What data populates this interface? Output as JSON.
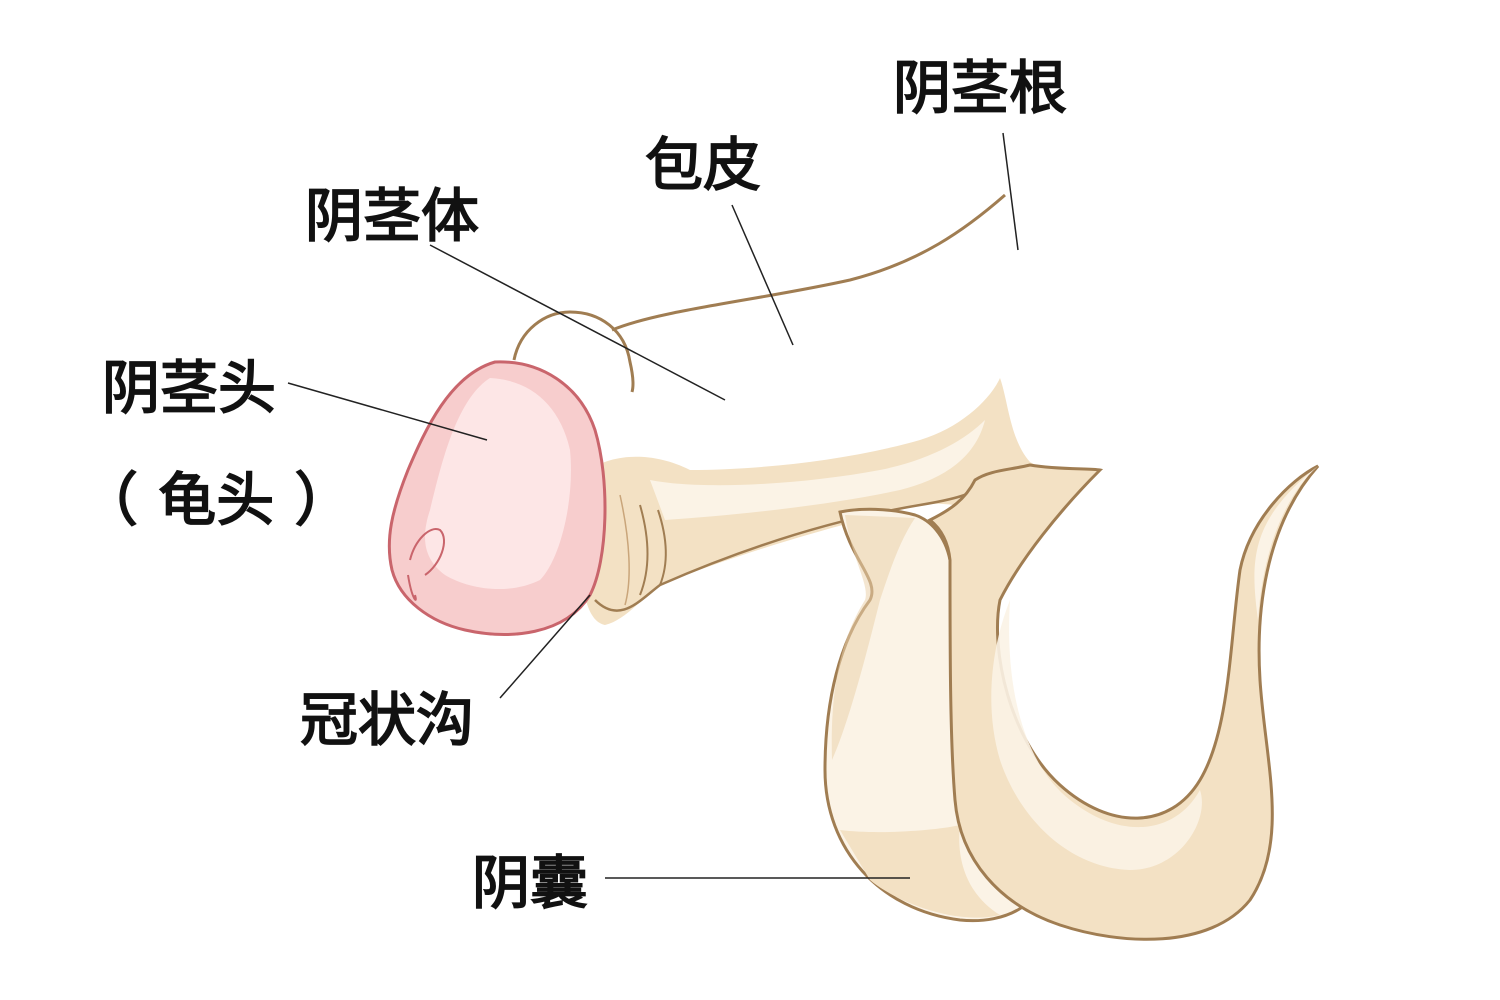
{
  "labels": {
    "shaft": "阴茎体",
    "foreskin": "包皮",
    "root": "阴茎根",
    "glans": "阴茎头",
    "glans_alt": "（ 龟头 ）",
    "coronal_sulcus": "冠状沟",
    "scrotum": "阴囊"
  },
  "colors": {
    "skin_light": "#fbf3e6",
    "skin_mid": "#f3e1c4",
    "skin_dark": "#ebd2ab",
    "outline": "#a07d52",
    "glans_light": "#fde6e6",
    "glans_mid": "#f7cdcd",
    "glans_outline": "#c9656c",
    "leader": "#222222"
  }
}
